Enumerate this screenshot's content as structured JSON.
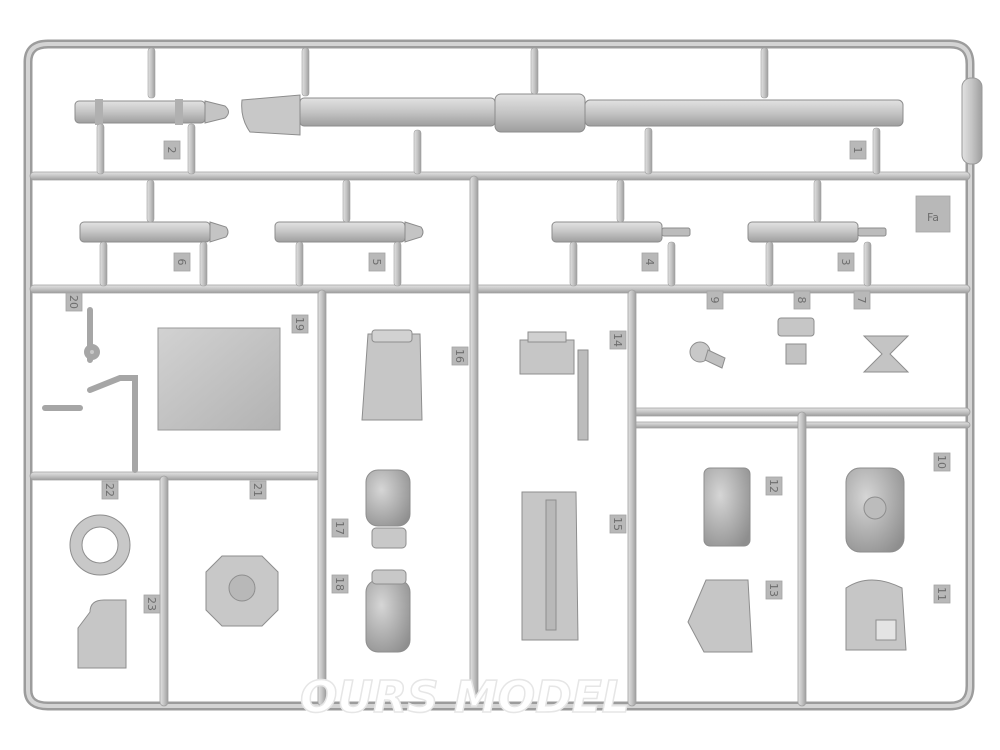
{
  "frame_letter": "Fa",
  "watermark": "OURS MODEL",
  "part_numbers": [
    "1",
    "2",
    "3",
    "4",
    "5",
    "6",
    "7",
    "8",
    "9",
    "10",
    "11",
    "12",
    "13",
    "14",
    "15",
    "16",
    "17",
    "18",
    "19",
    "20",
    "21",
    "22",
    "23"
  ]
}
